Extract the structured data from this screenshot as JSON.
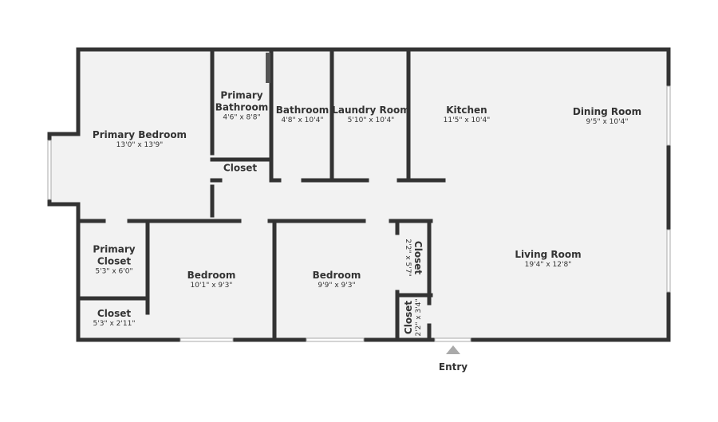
{
  "rooms": [
    {
      "name": "Primary Bedroom",
      "dims": "13'0\" x 13'9\""
    },
    {
      "name": "Primary\nBathroom",
      "dims": "4'6\" x 8'8\""
    },
    {
      "name": "Closet",
      "dims": ""
    },
    {
      "name": "Bathroom",
      "dims": "4'8\" x 10'4\""
    },
    {
      "name": "Laundry Room",
      "dims": "5'10\" x 10'4\""
    },
    {
      "name": "Kitchen",
      "dims": "11'5\" x 10'4\""
    },
    {
      "name": "Dining Room",
      "dims": "9'5\" x 10'4\""
    },
    {
      "name": "Living Room",
      "dims": "19'4\" x 12'8\""
    },
    {
      "name": "Primary\nCloset",
      "dims": "5'3\" x 6'0\""
    },
    {
      "name": "Closet",
      "dims": "5'3\" x 2'11\""
    },
    {
      "name": "Bedroom",
      "dims": "10'1\" x 9'3\""
    },
    {
      "name": "Bedroom",
      "dims": "9'9\" x 9'3\""
    },
    {
      "name": "Closet",
      "dims": "2'2\" x 5'7\""
    },
    {
      "name": "Closet",
      "dims": "2'2\" x 3'4\""
    }
  ],
  "entry_label": "Entry",
  "colors": {
    "wall": "#333333",
    "floor": "#f2f2f2"
  }
}
